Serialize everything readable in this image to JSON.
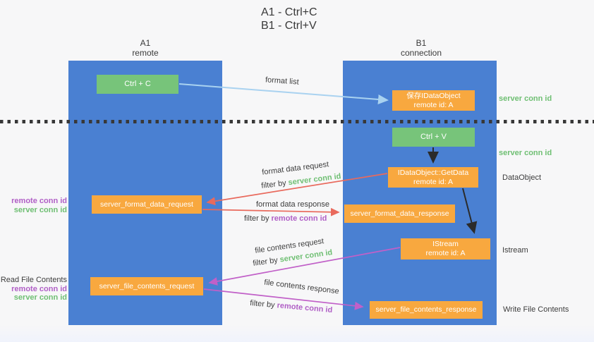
{
  "title": {
    "line1": "A1 - Ctrl+C",
    "line2": "B1 - Ctrl+V"
  },
  "lanes": {
    "a1": {
      "name": "A1",
      "subtitle": "remote"
    },
    "b1": {
      "name": "B1",
      "subtitle": "connection"
    }
  },
  "nodes": {
    "ctrl_c": {
      "label": "Ctrl + C"
    },
    "save_idataobject": {
      "line1": "保存IDataObject",
      "line2": "remote id: A"
    },
    "ctrl_v": {
      "label": "Ctrl + V"
    },
    "idataobject_getdata": {
      "line1": "IDataObject::GetData",
      "line2": "remote id: A"
    },
    "server_format_data_request": {
      "label": "server_format_data_request"
    },
    "server_format_data_response": {
      "label": "server_format_data_response"
    },
    "istream": {
      "line1": "IStream",
      "line2": "remote id: A"
    },
    "server_file_contents_request": {
      "label": "server_file_contents_request"
    },
    "server_file_contents_response": {
      "label": "server_file_contents_response"
    }
  },
  "arrow_labels": {
    "format_list": "format list",
    "format_data_request": "format data request",
    "format_data_response": "format data response",
    "file_contents_request": "file contents request",
    "file_contents_response": "file contents response",
    "filter_by": "filter by",
    "server_conn_id": "server conn id",
    "remote_conn_id": "remote conn id"
  },
  "side_labels": {
    "server_conn_id_top": "server conn id",
    "server_conn_id_mid": "server conn id",
    "data_object": "DataObject",
    "istream": "Istream",
    "read_file_contents": "Read File Contents",
    "write_file_contents": "Write File Contents",
    "remote_conn_id": "remote conn id",
    "server_conn_id": "server conn id"
  },
  "colors": {
    "lane_blue": "#4a80d2",
    "node_green": "#77c47a",
    "node_orange": "#f8a83f",
    "arrow_light_blue": "#a9d2f0",
    "arrow_red": "#e96a5d",
    "arrow_purple": "#c160c8",
    "arrow_black": "#2b2b2b",
    "label_green": "#6fbf73",
    "label_purple": "#b05fc6",
    "text_dark": "#3d3d3d"
  }
}
